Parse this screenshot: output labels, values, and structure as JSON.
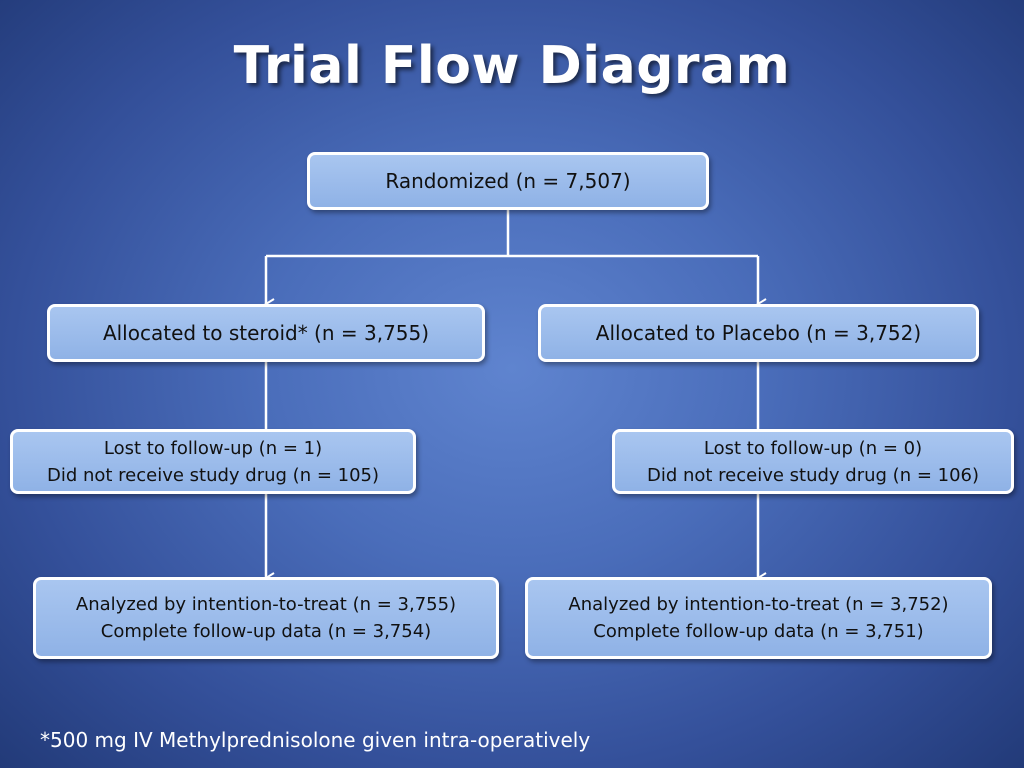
{
  "title": "Trial Flow Diagram",
  "nodes": {
    "randomized": "Randomized (n = 7,507)",
    "steroid_arm": "Allocated to steroid* (n = 3,755)",
    "placebo_arm": "Allocated to Placebo (n = 3,752)",
    "steroid_lost": {
      "line1": "Lost to follow-up (n = 1)",
      "line2": "Did not receive study drug (n = 105)"
    },
    "placebo_lost": {
      "line1": "Lost to follow-up (n = 0)",
      "line2": "Did not receive study drug (n = 106)"
    },
    "steroid_analyzed": {
      "line1": "Analyzed by intention-to-treat (n = 3,755)",
      "line2": "Complete follow-up data (n = 3,754)"
    },
    "placebo_analyzed": {
      "line1": "Analyzed by intention-to-treat (n = 3,752)",
      "line2": "Complete follow-up data (n = 3,751)"
    }
  },
  "footnote": "*500 mg IV Methylprednisolone given intra-operatively",
  "colors": {
    "box_fill": "#9dbdeb",
    "box_border": "#ffffff",
    "connector": "#ffffff",
    "background": "#4a6dba"
  }
}
